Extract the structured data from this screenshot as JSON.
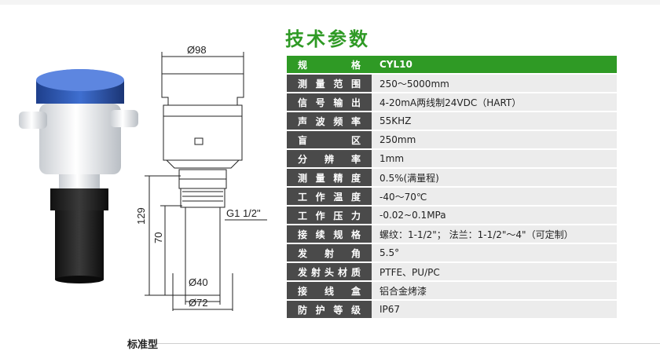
{
  "title": "技术参数",
  "caption": "标准型",
  "drawing": {
    "d98": "Ø98",
    "d40": "Ø40",
    "d72": "Ø72",
    "h129": "129",
    "h70": "70",
    "thread": "G1 1/2\""
  },
  "specs": [
    {
      "k": "规格",
      "v": "CYL10"
    },
    {
      "k": "测量范围",
      "v": "250～5000mm"
    },
    {
      "k": "信号输出",
      "v": "4-20mA两线制24VDC（HART）"
    },
    {
      "k": "声波频率",
      "v": "55KHZ"
    },
    {
      "k": "盲区",
      "v": "250mm"
    },
    {
      "k": "分辨率",
      "v": "1mm"
    },
    {
      "k": "测量精度",
      "v": "0.5%(满量程)"
    },
    {
      "k": "工作温度",
      "v": "-40～70℃"
    },
    {
      "k": "工作压力",
      "v": "-0.02~0.1MPa"
    },
    {
      "k": "接续规格",
      "v": "螺纹：1-1/2\"；  法兰：1-1/2\"～4\"（可定制）"
    },
    {
      "k": "发射角",
      "v": "5.5°"
    },
    {
      "k": "发射头材质",
      "v": "PTFE、PU/PC"
    },
    {
      "k": "接线盒",
      "v": "铝合金烤漆"
    },
    {
      "k": "防护等级",
      "v": "IP67"
    }
  ],
  "colors": {
    "accent": "#2f9a25",
    "key_bg": "#4a4a4a",
    "value_bg": "#ececec"
  }
}
